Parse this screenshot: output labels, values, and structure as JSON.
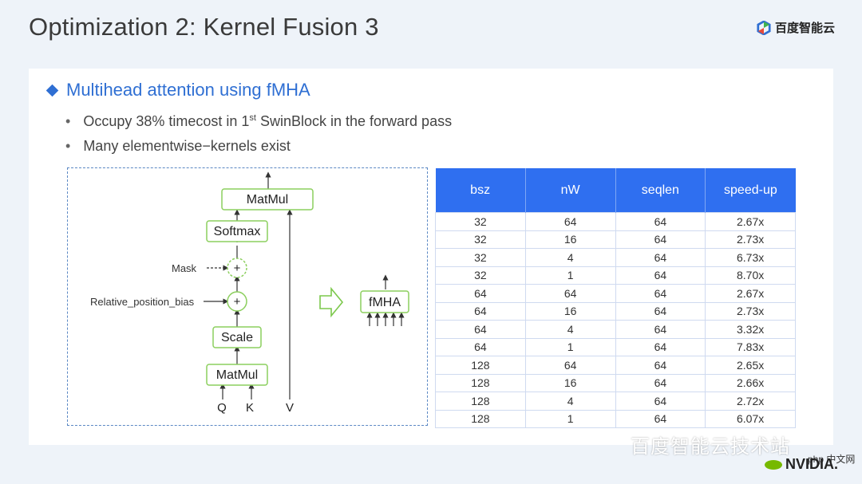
{
  "slide": {
    "title": "Optimization 2: Kernel Fusion 3",
    "logo_text": "百度智能云"
  },
  "section": {
    "title": "Multihead attention using fMHA",
    "bullets": [
      {
        "pre": "Occupy 38% timecost in 1",
        "sup": "st",
        "post": " SwinBlock in the forward pass"
      },
      {
        "text": "Many elementwise−kernels exist"
      }
    ]
  },
  "diagram": {
    "matmul_top": "MatMul",
    "softmax": "Softmax",
    "mask": "Mask",
    "relative_position_bias": "Relative_position_bias",
    "plus": "+",
    "scale": "Scale",
    "matmul_bottom": "MatMul",
    "q": "Q",
    "k": "K",
    "v": "V",
    "fmha": "fMHA"
  },
  "table": {
    "headers": [
      "bsz",
      "nW",
      "seqlen",
      "speed-up"
    ],
    "rows": [
      [
        "32",
        "64",
        "64",
        "2.67x"
      ],
      [
        "32",
        "16",
        "64",
        "2.73x"
      ],
      [
        "32",
        "4",
        "64",
        "6.73x"
      ],
      [
        "32",
        "1",
        "64",
        "8.70x"
      ],
      [
        "64",
        "64",
        "64",
        "2.67x"
      ],
      [
        "64",
        "16",
        "64",
        "2.73x"
      ],
      [
        "64",
        "4",
        "64",
        "3.32x"
      ],
      [
        "64",
        "1",
        "64",
        "7.83x"
      ],
      [
        "128",
        "64",
        "64",
        "2.65x"
      ],
      [
        "128",
        "16",
        "64",
        "2.66x"
      ],
      [
        "128",
        "4",
        "64",
        "2.72x"
      ],
      [
        "128",
        "1",
        "64",
        "6.07x"
      ]
    ]
  },
  "footer": {
    "watermark": "百度智能云技术站",
    "php_tag": "php 中文网",
    "nvidia": "NVIDIA."
  },
  "colors": {
    "accent_blue": "#2f6fd3",
    "table_header": "#2f6ff0",
    "node_green": "#8ccf5e",
    "arrow_green": "#7cc84c"
  }
}
